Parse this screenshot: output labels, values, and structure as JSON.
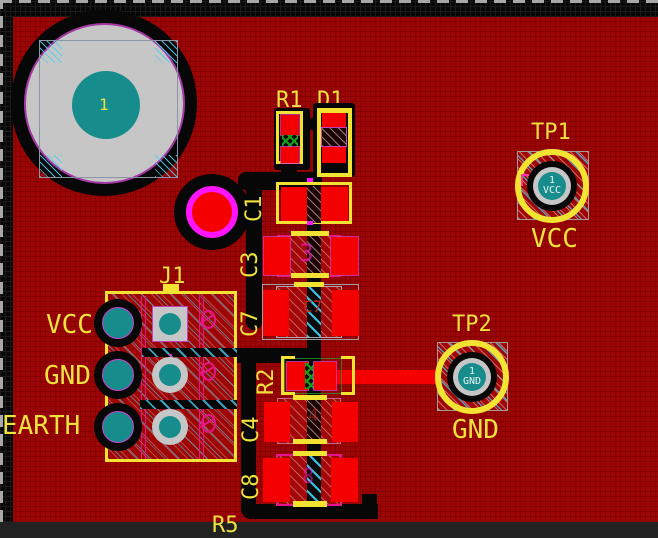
{
  "view": "pcb-layout-canvas",
  "refdes": {
    "r1": "R1",
    "d1": "D1",
    "c1": "C1",
    "c3": "C3",
    "c7": "C7",
    "r2": "R2",
    "c4": "C4",
    "c8": "C8",
    "j1": "J1",
    "tp1": "TP1",
    "tp2": "TP2",
    "r5_partial": "R5"
  },
  "nets": {
    "vcc": "VCC",
    "gnd": "GND",
    "earth": "EARTH",
    "tp1_net": "VCC",
    "tp2_net": "GND"
  },
  "pads": {
    "mount_hole": {
      "number": "1"
    },
    "tp1": {
      "number": "1",
      "net": "VCC"
    },
    "tp2": {
      "number": "1",
      "net": "GND"
    }
  },
  "silkscreen": {
    "c3": "3",
    "c7": "C7",
    "c4": "4",
    "c8": "8",
    "j1_body": "J"
  },
  "colors": {
    "board_red": "#9B0505",
    "grid_line": "#870101",
    "outside_black": "#070707",
    "black_grid": "#1A1A1A",
    "pad_red": "#F50000",
    "yellow": "#F2E332",
    "label_yellow": "#EDE23E",
    "teal": "#178C8C",
    "gray_pad": "#C6C6C6",
    "magenta": "#FF14FF",
    "pink": "#E5148C",
    "cyan": "#38C2E8",
    "green": "#18A018",
    "purple_ring": "#A438A4",
    "white_text": "#EAF6EE",
    "silk_red": "#C82424"
  }
}
